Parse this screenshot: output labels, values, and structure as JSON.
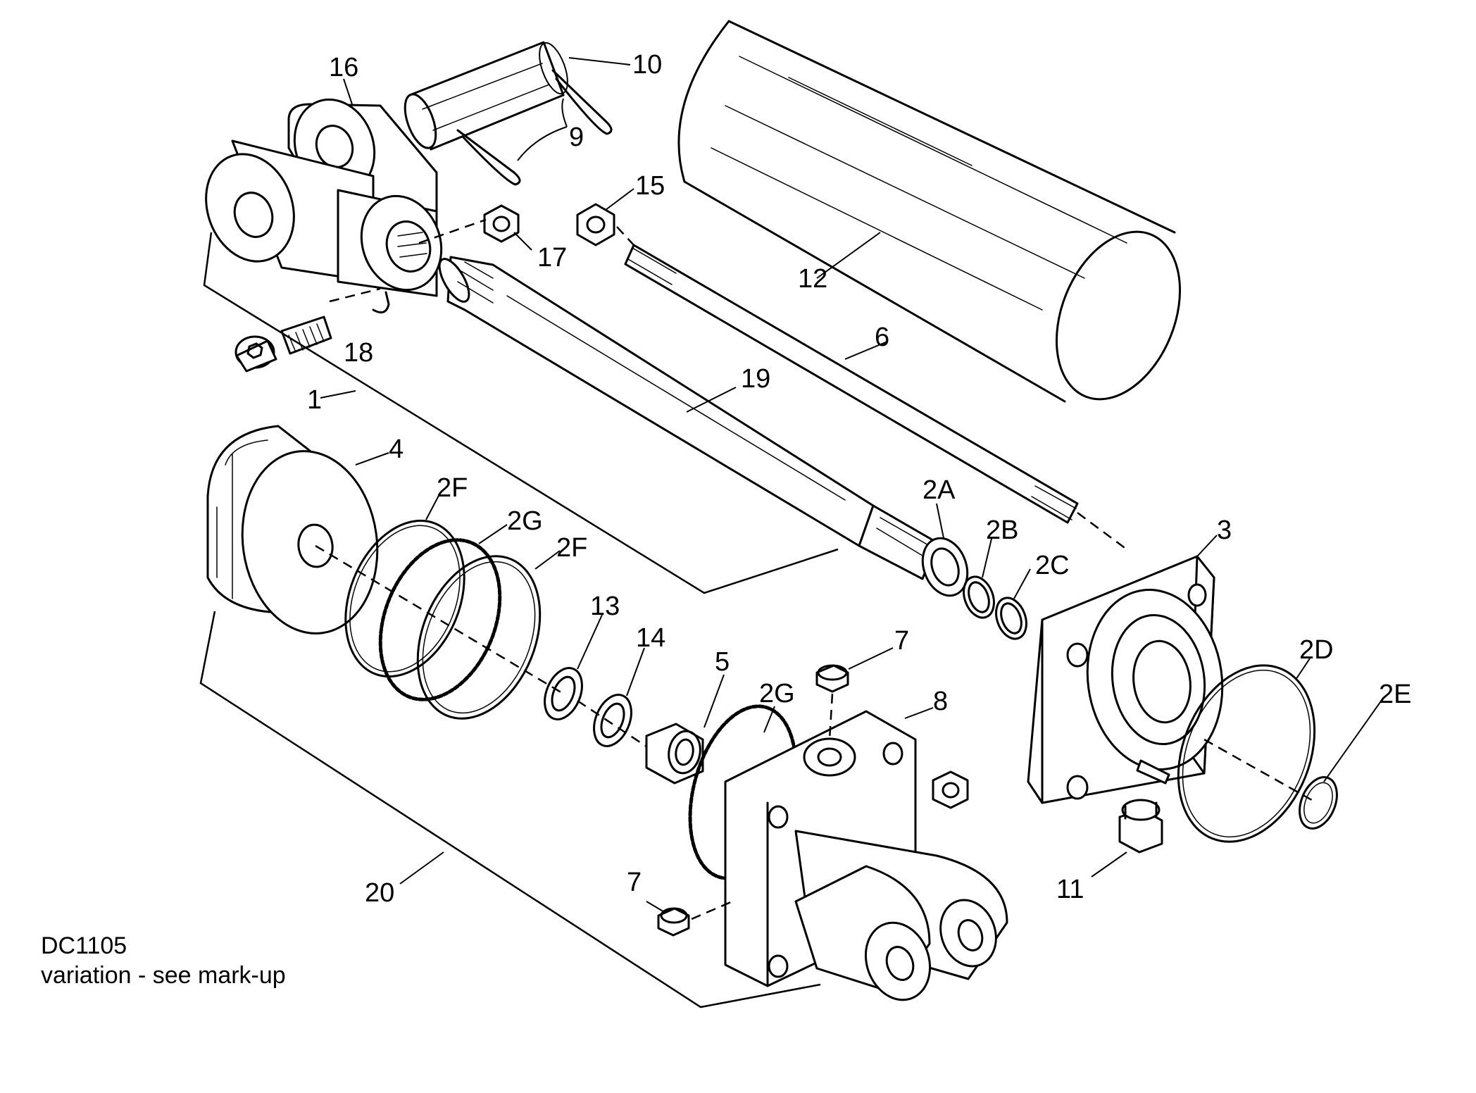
{
  "diagram": {
    "callouts": {
      "c1": "1",
      "c2A": "2A",
      "c2B": "2B",
      "c2C": "2C",
      "c2D": "2D",
      "c2E": "2E",
      "c2F_a": "2F",
      "c2F_b": "2F",
      "c2G_a": "2G",
      "c2G_b": "2G",
      "c3": "3",
      "c4": "4",
      "c5": "5",
      "c6": "6",
      "c7_a": "7",
      "c7_b": "7",
      "c8": "8",
      "c9": "9",
      "c10": "10",
      "c11": "11",
      "c12": "12",
      "c13": "13",
      "c14": "14",
      "c15": "15",
      "c16": "16",
      "c17": "17",
      "c18": "18",
      "c19": "19",
      "c20": "20"
    }
  },
  "caption": {
    "drawing_id": "DC1105",
    "note": "variation - see mark-up"
  },
  "colors": {
    "ink": "#000000",
    "paper": "#ffffff"
  }
}
